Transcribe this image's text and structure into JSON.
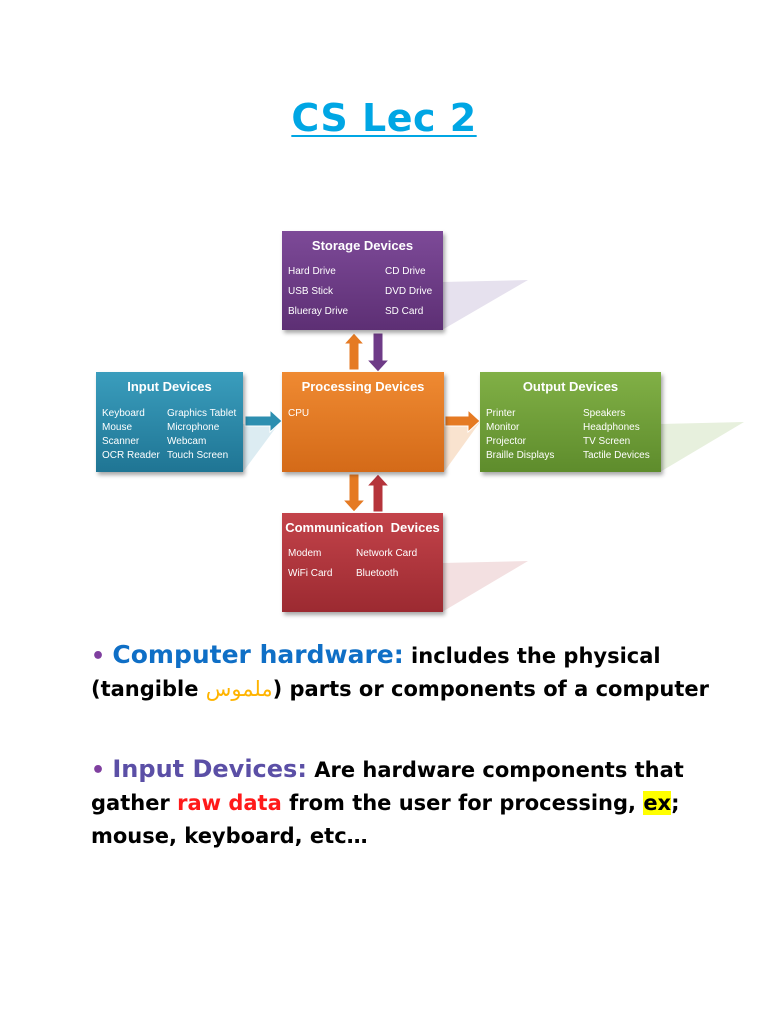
{
  "title": "CS Lec 2",
  "diagram": {
    "storage": {
      "title": "Storage Devices",
      "items": [
        "Hard Drive",
        "CD Drive",
        "USB Stick",
        "DVD Drive",
        "Blueray Drive",
        "SD Card"
      ],
      "color": "#6e3b87"
    },
    "input": {
      "title": "Input Devices",
      "items": [
        "Keyboard",
        "Graphics Tablet",
        "Mouse",
        "Microphone",
        "Scanner",
        "Webcam",
        "OCR Reader",
        "Touch Screen"
      ],
      "color": "#2d8fb0"
    },
    "processing": {
      "title": "Processing Devices",
      "items": [
        "CPU"
      ],
      "color": "#e57a23"
    },
    "output": {
      "title": "Output Devices",
      "items": [
        "Printer",
        "Speakers",
        "Monitor",
        "Headphones",
        "Projector",
        "TV Screen",
        "Braille Displays",
        "Tactile Devices"
      ],
      "color": "#74a33a"
    },
    "communication": {
      "title": "Communication  Devices",
      "items": [
        "Modem",
        "Network Card",
        "WiFi Card",
        "Bluetooth"
      ],
      "color": "#b5343b"
    }
  },
  "paragraph1": {
    "bullet": "•",
    "heading": "Computer hardware:",
    "text_a": " includes the physical (tangible ",
    "arabic": "ملموس",
    "text_b": ") parts or components of a computer"
  },
  "paragraph2": {
    "bullet": "•",
    "heading": "Input Devices:",
    "text_a": " Are hardware components that gather ",
    "red": "raw data",
    "text_b": " from the user for processing, ",
    "highlight": "ex",
    "text_c": "; mouse, keyboard, etc…"
  }
}
